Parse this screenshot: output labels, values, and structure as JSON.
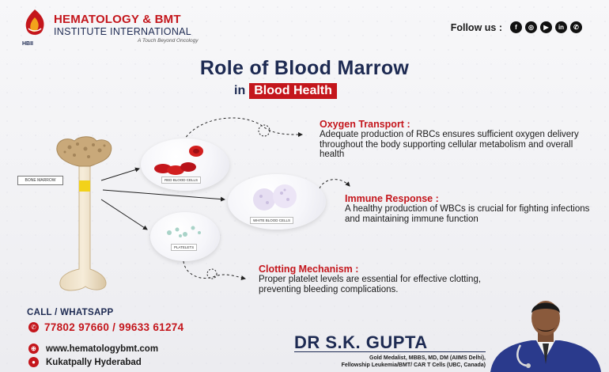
{
  "header": {
    "logo_short": "HBII",
    "brand_line1": "HEMATOLOGY & BMT",
    "brand_line2": "INSTITUTE INTERNATIONAL",
    "tagline": "A Touch Beyond Oncology",
    "follow_label": "Follow us :",
    "social_icons": [
      {
        "name": "facebook-icon",
        "glyph": "f"
      },
      {
        "name": "instagram-icon",
        "glyph": "◎"
      },
      {
        "name": "youtube-icon",
        "glyph": "▶"
      },
      {
        "name": "linkedin-icon",
        "glyph": "in"
      },
      {
        "name": "whatsapp-icon",
        "glyph": "✆"
      }
    ]
  },
  "title": {
    "line1": "Role of Blood Marrow",
    "line2_prefix": "in",
    "line2_highlight": "Blood Health"
  },
  "diagram": {
    "bone_label": "BONE MARROW",
    "rbc_label": "RED BLOOD CELLS",
    "wbc_label": "WHITE BLOOD CELLS",
    "platelet_label": "PLATELETS"
  },
  "info": {
    "oxygen": {
      "heading": "Oxygen Transport :",
      "text": "Adequate production of RBCs ensures sufficient oxygen delivery throughout the body supporting cellular metabolism and overall health"
    },
    "immune": {
      "heading": "Immune Response :",
      "text": "A healthy production of WBCs is crucial for fighting infections and maintaining immune function"
    },
    "clotting": {
      "heading": "Clotting Mechanism :",
      "text": "Proper platelet levels are essential for effective clotting, preventing bleeding complications."
    }
  },
  "contact": {
    "call_label": "CALL / WHATSAPP",
    "phone": "77802 97660 / 99633 61274",
    "website": "www.hematologybmt.com",
    "location": "Kukatpally Hyderabad"
  },
  "doctor": {
    "name": "DR S.K. GUPTA",
    "credentials_line1": "Gold Medalist, MBBS, MD, DM (AIIMS Delhi),",
    "credentials_line2": "Fellowship Leukemia/BMT/ CAR T Cells (UBC, Canada)"
  },
  "colors": {
    "brand_red": "#c4161c",
    "navy": "#1d2a52"
  }
}
